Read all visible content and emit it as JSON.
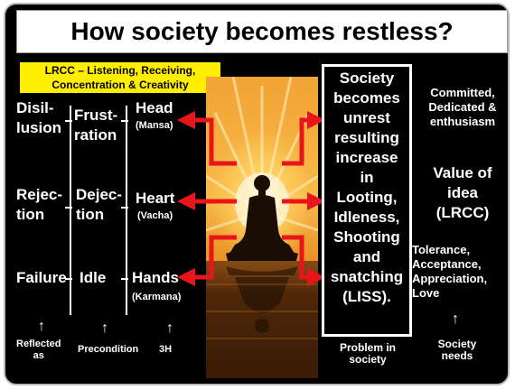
{
  "title": "How society becomes restless?",
  "lrcc_label": "LRCC – Listening, Receiving, Concentration & Creativity",
  "reflected": {
    "items": [
      "Disil-\nlusion",
      "Rejec-\ntion",
      "Failure"
    ],
    "footer": "Reflected\nas"
  },
  "precondition": {
    "items": [
      "Frust-\nration",
      "Dejec-\ntion",
      "Idle"
    ],
    "footer": "Precondition"
  },
  "three_h": {
    "items": [
      {
        "name": "Head",
        "sub": "(Mansa)"
      },
      {
        "name": "Heart",
        "sub": "(Vacha)"
      },
      {
        "name": "Hands",
        "sub": "(Karmana)"
      }
    ],
    "footer": "3H"
  },
  "problem": {
    "text": "Society\nbecomes\nunrest\nresulting\nincrease\nin\nLooting,\nIdleness,\nShooting\nand\nsnatching\n(LISS).",
    "footer": "Problem in\nsociety"
  },
  "needs": {
    "items": [
      "Committed,\nDedicated &\nenthusiasm",
      "Value of\nidea\n(LRCC)",
      "Tolerance,\nAcceptance,\nAppreciation,\nLove"
    ],
    "footer": "Society\nneeds"
  },
  "colors": {
    "background": "#000000",
    "arrow": "#e8151b",
    "highlight": "#ffee00",
    "text": "#ffffff"
  },
  "icons": [
    "up-arrow-icon",
    "red-arrow-icon",
    "meditating-figure-icon"
  ]
}
